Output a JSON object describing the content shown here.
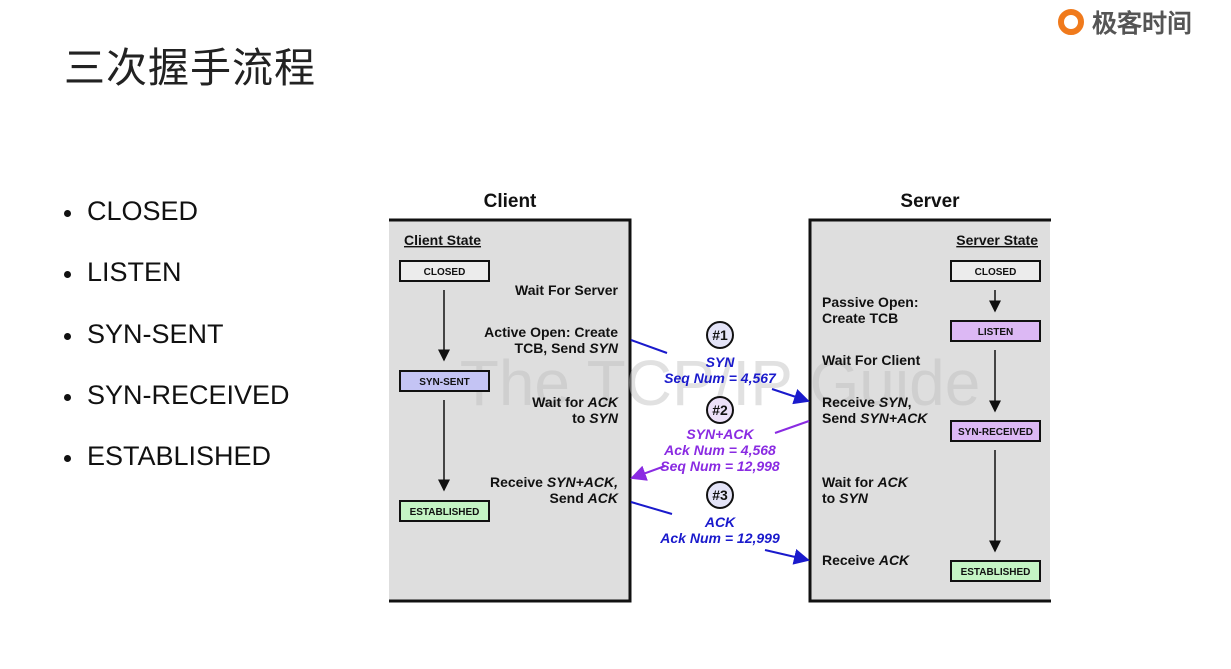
{
  "slide": {
    "title": "三次握手流程",
    "logo_text": "极客时间",
    "bullets": [
      "CLOSED",
      "LISTEN",
      "SYN-SENT",
      "SYN-RECEIVED",
      "ESTABLISHED"
    ]
  },
  "diagram": {
    "watermark": "The TCP/IP Guide",
    "client": {
      "header": "Client",
      "state_label": "Client State",
      "states": [
        "CLOSED",
        "SYN-SENT",
        "ESTABLISHED"
      ],
      "notes": {
        "wait_server": "Wait For Server",
        "active_open_1": "Active Open: Create",
        "active_open_2a": "TCB, Send ",
        "active_open_2b": "SYN",
        "wait_ack_1a": "Wait for ",
        "wait_ack_1b": "ACK",
        "wait_ack_2a": "to ",
        "wait_ack_2b": "SYN",
        "receive_1a": "Receive ",
        "receive_1b": "SYN+ACK,",
        "receive_2a": "Send ",
        "receive_2b": "ACK"
      }
    },
    "server": {
      "header": "Server",
      "state_label": "Server State",
      "states": [
        "CLOSED",
        "LISTEN",
        "SYN-RECEIVED",
        "ESTABLISHED"
      ],
      "notes": {
        "passive_1": "Passive Open:",
        "passive_2": "Create TCB",
        "wait_client": "Wait For Client",
        "receive_syn_1a": "Receive ",
        "receive_syn_1b": "SYN",
        "receive_syn_1c": ",",
        "receive_syn_2a": "Send ",
        "receive_syn_2b": "SYN+ACK",
        "wait_ack_1a": "Wait for ",
        "wait_ack_1b": "ACK",
        "wait_ack_2a": "to ",
        "wait_ack_2b": "SYN",
        "receive_ack_a": "Receive ",
        "receive_ack_b": "ACK"
      }
    },
    "messages": [
      {
        "num": "#1",
        "name": "SYN",
        "lines": [
          "Seq Num = 4,567"
        ],
        "color": "#1a1acc"
      },
      {
        "num": "#2",
        "name": "SYN+ACK",
        "lines": [
          "Ack Num = 4,568",
          "Seq Num = 12,998"
        ],
        "color": "#8a2be2"
      },
      {
        "num": "#3",
        "name": "ACK",
        "lines": [
          "Ack Num = 12,999"
        ],
        "color": "#1a1acc"
      }
    ],
    "colors": {
      "panel": "#dedede",
      "closed": "#ececec",
      "syn_sent": "#c4c4f4",
      "listen": "#dcb8f4",
      "established": "#c4f4c4"
    }
  }
}
